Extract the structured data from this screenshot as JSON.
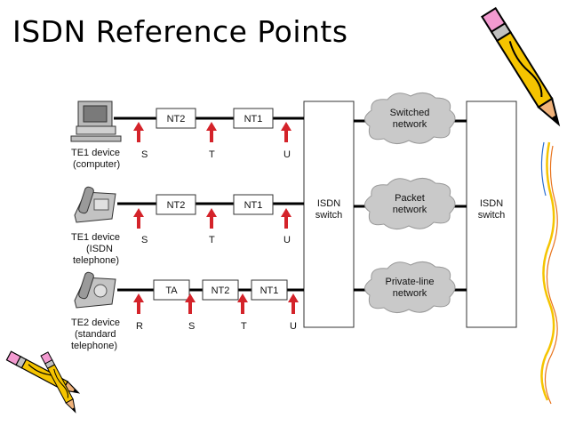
{
  "title": "ISDN Reference Points",
  "rows": [
    {
      "device_lines": [
        "TE1 device",
        "(computer)"
      ],
      "boxes": [
        "NT2",
        "NT1"
      ],
      "points": [
        "S",
        "T",
        "U"
      ]
    },
    {
      "device_lines": [
        "TE1 device",
        "(ISDN",
        "telephone)"
      ],
      "boxes": [
        "NT2",
        "NT1"
      ],
      "points": [
        "S",
        "T",
        "U"
      ]
    },
    {
      "device_lines": [
        "TE2 device",
        "(standard",
        "telephone)"
      ],
      "boxes": [
        "TA",
        "NT2",
        "NT1"
      ],
      "points": [
        "R",
        "S",
        "T",
        "U"
      ]
    }
  ],
  "switch_left": [
    "ISDN",
    "switch"
  ],
  "switch_right": [
    "ISDN",
    "switch"
  ],
  "clouds": [
    [
      "Switched",
      "network"
    ],
    [
      "Packet",
      "network"
    ],
    [
      "Private-line",
      "network"
    ]
  ],
  "colors": {
    "arrow": "#d4232a",
    "cloud": "#c9c9c9",
    "pencil_yellow": "#f5c400",
    "pencil_orange": "#e8731c"
  }
}
